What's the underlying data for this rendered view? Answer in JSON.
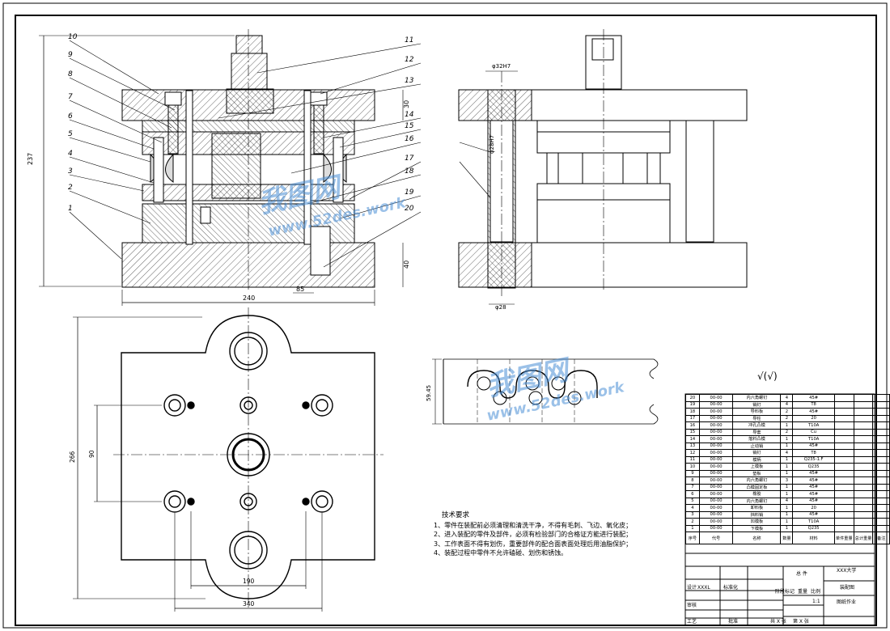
{
  "part_numbers": [
    "1",
    "2",
    "3",
    "4",
    "5",
    "6",
    "7",
    "8",
    "9",
    "10",
    "11",
    "12",
    "13",
    "14",
    "15",
    "16",
    "17",
    "18",
    "19",
    "20"
  ],
  "dims": {
    "overall_height": "237",
    "base_width": "240",
    "plan_height": "266",
    "hole_spacing_v": "90",
    "hole_spacing_h": "190",
    "plan_width": "340",
    "side_top_dia": "φ32H7",
    "side_mid_dia": "φ28H7",
    "side_bottom_dia": "φ28",
    "strip_width": "59.45",
    "dim_30": "30",
    "dim_40": "40",
    "dim_85": "85"
  },
  "roughness_symbol": "√(√)",
  "tech_requirements": {
    "title": "技术要求",
    "items": [
      "1、零件在装配前必须清理和清洗干净，不得有毛刺、飞边、氧化皮；",
      "2、进入装配的零件及部件，必须有检验部门的合格证方能进行装配；",
      "3、工作表面不得有划伤，重要部件的配合面表面处理后用油脂保护；",
      "4、装配过程中零件不允许磕碰、划伤和锈蚀。"
    ]
  },
  "bom": {
    "rows": [
      [
        "20",
        "00-00",
        "内六角螺钉",
        "4",
        "45#"
      ],
      [
        "19",
        "00-00",
        "销钉",
        "4",
        "T8"
      ],
      [
        "18",
        "00-00",
        "导料板",
        "2",
        "45#"
      ],
      [
        "17",
        "00-00",
        "导柱",
        "2",
        "20"
      ],
      [
        "16",
        "00-00",
        "冲孔凸模",
        "1",
        "T10A"
      ],
      [
        "15",
        "00-00",
        "导套",
        "2",
        "Cu"
      ],
      [
        "14",
        "00-00",
        "落料凸模",
        "1",
        "T10A"
      ],
      [
        "13",
        "00-00",
        "止动销",
        "1",
        "45#"
      ],
      [
        "12",
        "00-00",
        "销钉",
        "4",
        "T8"
      ],
      [
        "11",
        "00-00",
        "模柄",
        "1",
        "Q235-1.F"
      ],
      [
        "10",
        "00-00",
        "上模板",
        "1",
        "Q235"
      ],
      [
        "9",
        "00-00",
        "垫板",
        "1",
        "45#"
      ],
      [
        "8",
        "00-00",
        "内六角螺钉",
        "3",
        "45#"
      ],
      [
        "7",
        "00-00",
        "凸模固定板",
        "1",
        "45#"
      ],
      [
        "6",
        "00-00",
        "橡胶",
        "1",
        "45#"
      ],
      [
        "5",
        "00-00",
        "内六角螺钉",
        "4",
        "45#"
      ],
      [
        "4",
        "00-00",
        "卸料板",
        "1",
        "20"
      ],
      [
        "3",
        "00-00",
        "挡料销",
        "1",
        "45#"
      ],
      [
        "2",
        "00-00",
        "凹模板",
        "1",
        "T10A"
      ],
      [
        "1",
        "00-00",
        "下模板",
        "1",
        "Q235"
      ]
    ],
    "header": [
      "序号",
      "代号",
      "名称",
      "数量",
      "材料",
      "单件重量",
      "总计重量",
      "备注"
    ]
  },
  "title_block": {
    "assembly": "总 件",
    "university": "XXX大学",
    "drawing_name": "装配图",
    "stage_label": "阶段标记",
    "weight_label": "重量",
    "scale_label": "比例",
    "scale": "1:1",
    "design_label": "设计",
    "designer": "XXXL",
    "standardize": "标准化",
    "check": "审核",
    "process": "工艺",
    "approve": "批准",
    "sheets": "共 X 张",
    "sheet_no": "第 X 张",
    "drawing_no": "图纸作业"
  },
  "watermark": {
    "text": "www.52des.work",
    "brand": "我图网"
  }
}
